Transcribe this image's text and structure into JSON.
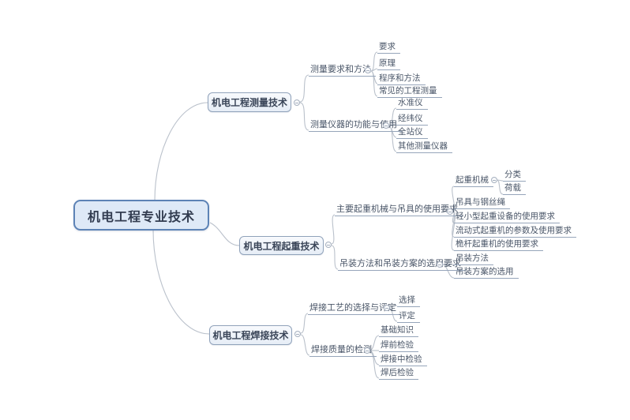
{
  "colors": {
    "root_fill": "#dee9f7",
    "root_border": "#5d83b6",
    "branch_fill": "#ecf1f8",
    "branch_border": "#90a2ba",
    "connector_line": "#bac1cb",
    "underline": "#96a5ba",
    "text": "#4a5668"
  },
  "root": {
    "label": "机电工程专业技术"
  },
  "branches": [
    {
      "label": "机电工程测量技术",
      "topics": [
        {
          "label": "测量要求和方法",
          "subtopics": [
            {
              "label": "要求"
            },
            {
              "label": "原理"
            },
            {
              "label": "程序和方法"
            },
            {
              "label": "常见的工程测量"
            }
          ]
        },
        {
          "label": "测量仪器的功能与使用",
          "subtopics": [
            {
              "label": "水准仪"
            },
            {
              "label": "经纬仪"
            },
            {
              "label": "全站仪"
            },
            {
              "label": "其他测量仪器"
            }
          ]
        }
      ]
    },
    {
      "label": "机电工程起重技术",
      "topics": [
        {
          "label": "主要起重机械与吊具的使用要求",
          "subtopics": [
            {
              "label": "起重机械",
              "subtopics": [
                {
                  "label": "分类"
                },
                {
                  "label": "荷载"
                }
              ]
            },
            {
              "label": "吊具与钢丝绳"
            },
            {
              "label": "轻小型起重设备的使用要求"
            },
            {
              "label": "流动式起重机的参数及使用要求"
            },
            {
              "label": "桅杆起重机的使用要求"
            }
          ]
        },
        {
          "label": "吊装方法和吊装方案的选用要求",
          "subtopics": [
            {
              "label": "吊装方法"
            },
            {
              "label": "吊装方案的选用"
            }
          ]
        }
      ]
    },
    {
      "label": "机电工程焊接技术",
      "topics": [
        {
          "label": "焊接工艺的选择与评定",
          "subtopics": [
            {
              "label": "选择"
            },
            {
              "label": "评定"
            }
          ]
        },
        {
          "label": "焊接质量的检测",
          "subtopics": [
            {
              "label": "基础知识"
            },
            {
              "label": "焊前检验"
            },
            {
              "label": "焊接中检验"
            },
            {
              "label": "焊后检验"
            }
          ]
        }
      ]
    }
  ]
}
